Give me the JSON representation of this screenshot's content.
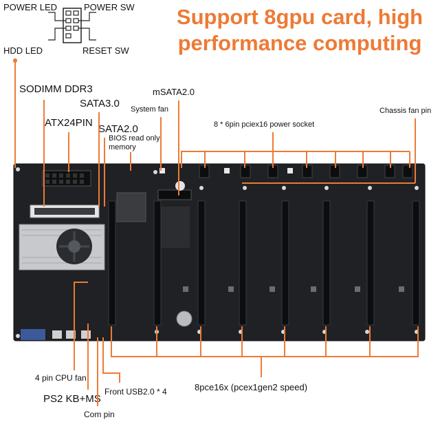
{
  "headline": {
    "line1": "Support 8gpu card, high",
    "line2": "performance computing"
  },
  "header_pins": {
    "power_led": "POWER LED",
    "power_sw": "POWER SW",
    "hdd_led": "HDD LED",
    "reset_sw": "RESET SW"
  },
  "labels": {
    "sodimm": "SODIMM DDR3",
    "sata30": "SATA3.0",
    "atx24": "ATX24PIN",
    "sata20": "SATA2.0",
    "bios": "BIOS read only memory",
    "system_fan": "System fan",
    "msata": "mSATA2.0",
    "power_socket": "8 * 6pin pciex16 power socket",
    "chassis_fan": "Chassis fan pin",
    "cpu_fan": "4 pin CPU fan",
    "ps2": "PS2 KB+MS",
    "com_pin": "Com pin",
    "front_usb": "Front USB2.0 * 4",
    "pcie_slots": "8pce16x (pcex1gen2 speed)"
  },
  "colors": {
    "accent": "#ee7a35",
    "board": "#1f2124",
    "slot": "#0c0d0f",
    "text": "#111111"
  }
}
